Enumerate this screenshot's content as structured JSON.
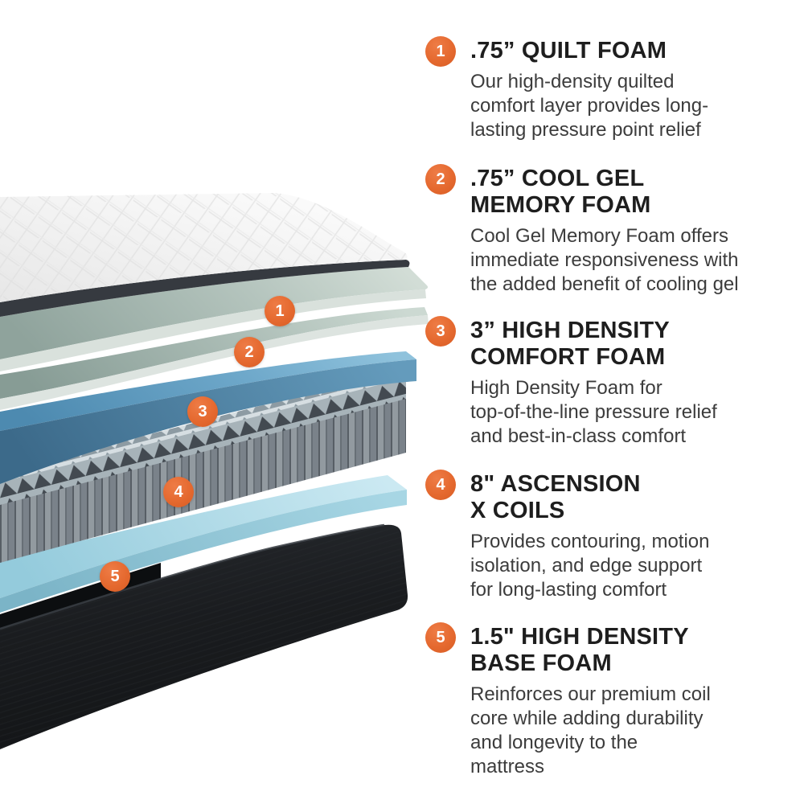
{
  "page": {
    "background": "#ffffff"
  },
  "accent": {
    "orange": "#E5692F"
  },
  "illustration": {
    "name": "mattress-exploded-layer-view",
    "layer_names": [
      "quilted-cover-layer",
      "cool-gel-memory-foam-sheets",
      "high-density-comfort-foam-slab",
      "ascension-x-coil-unit",
      "base-foam-slab",
      "foundation-base-box"
    ],
    "colors": {
      "quilt_top": "#f4f4f4",
      "edge_trim": "#363a40",
      "sage_foam_top": "#aebfb8",
      "comfort_foam_blue": "#5f9cc1",
      "coil_gray": "#858d94",
      "base_foam_blue": "#a9d6e4",
      "foundation_black": "#191b1e"
    },
    "callouts": [
      {
        "number": "1"
      },
      {
        "number": "2"
      },
      {
        "number": "3"
      },
      {
        "number": "4"
      },
      {
        "number": "5"
      }
    ]
  },
  "items": [
    {
      "number": "1",
      "title_lines": [
        ".75” QUILT FOAM"
      ],
      "desc_lines": [
        "Our high-density quilted",
        "comfort layer provides long-",
        "lasting pressure point relief"
      ]
    },
    {
      "number": "2",
      "title_lines": [
        ".75” COOL GEL",
        "MEMORY FOAM"
      ],
      "desc_lines": [
        "Cool Gel Memory Foam offers",
        "immediate responsiveness with",
        "the added benefit of cooling gel"
      ]
    },
    {
      "number": "3",
      "title_lines": [
        "3” HIGH DENSITY",
        "COMFORT FOAM"
      ],
      "desc_lines": [
        "High Density Foam for",
        "top-of-the-line pressure relief",
        "and best-in-class comfort"
      ]
    },
    {
      "number": "4",
      "title_lines": [
        "8\" ASCENSION",
        "X COILS"
      ],
      "desc_lines": [
        "Provides contouring, motion",
        "isolation, and edge support",
        "for long-lasting comfort"
      ]
    },
    {
      "number": "5",
      "title_lines": [
        "1.5\" HIGH DENSITY",
        "BASE FOAM"
      ],
      "desc_lines": [
        "Reinforces our premium coil",
        "core while adding durability",
        "and longevity to the",
        "mattress"
      ]
    }
  ]
}
